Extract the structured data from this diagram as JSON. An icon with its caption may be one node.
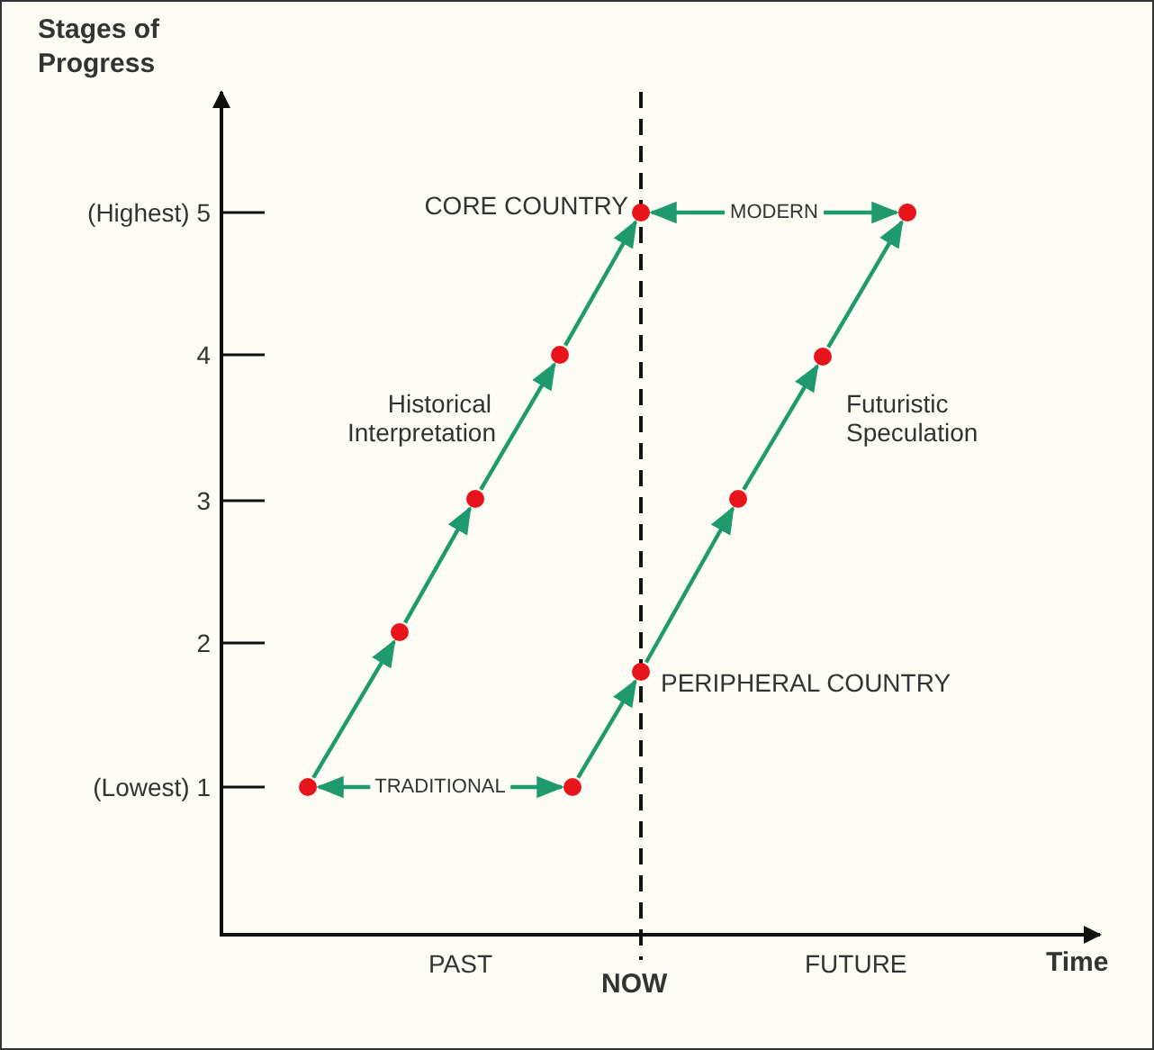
{
  "diagram": {
    "nodes": [
      {
        "text": [],
        "shape": "circle"
      },
      {
        "text": [],
        "shape": "circle"
      },
      {
        "text": [],
        "shape": "circle"
      },
      {
        "text": [],
        "shape": "circle"
      },
      {
        "text": [],
        "shape": "circle",
        "beside": [
          "CORE COUNTRY"
        ]
      },
      {
        "text": [],
        "shape": "circle"
      },
      {
        "text": [],
        "shape": "circle",
        "beside": [
          "PERIPHERAL COUNTRY"
        ]
      },
      {
        "text": [],
        "shape": "circle"
      },
      {
        "text": [],
        "shape": "circle"
      },
      {
        "text": [],
        "shape": "circle"
      }
    ],
    "edges": [
      {
        "from": 0,
        "to": 1,
        "arrow": "to"
      },
      {
        "from": 1,
        "to": 2,
        "arrow": "to"
      },
      {
        "from": 2,
        "to": 3,
        "arrow": "to"
      },
      {
        "from": 3,
        "to": 4,
        "arrow": "to"
      },
      {
        "from": 0,
        "to": 5,
        "arrow": "both",
        "label": "TRADITIONAL"
      },
      {
        "from": 5,
        "to": 6,
        "arrow": "to"
      },
      {
        "from": 6,
        "to": 7,
        "arrow": "to"
      },
      {
        "from": 7,
        "to": 8,
        "arrow": "to"
      },
      {
        "from": 8,
        "to": 9,
        "arrow": "to"
      },
      {
        "from": 4,
        "to": 9,
        "arrow": "both",
        "label": "MODERN"
      }
    ],
    "labels": [
      "Stages of Progress",
      "(Highest) 5",
      "4",
      "3",
      "2",
      "(Lowest) 1",
      "Historical Interpretation",
      "Futuristic Speculation",
      "PAST",
      "NOW",
      "FUTURE",
      "Time"
    ]
  }
}
